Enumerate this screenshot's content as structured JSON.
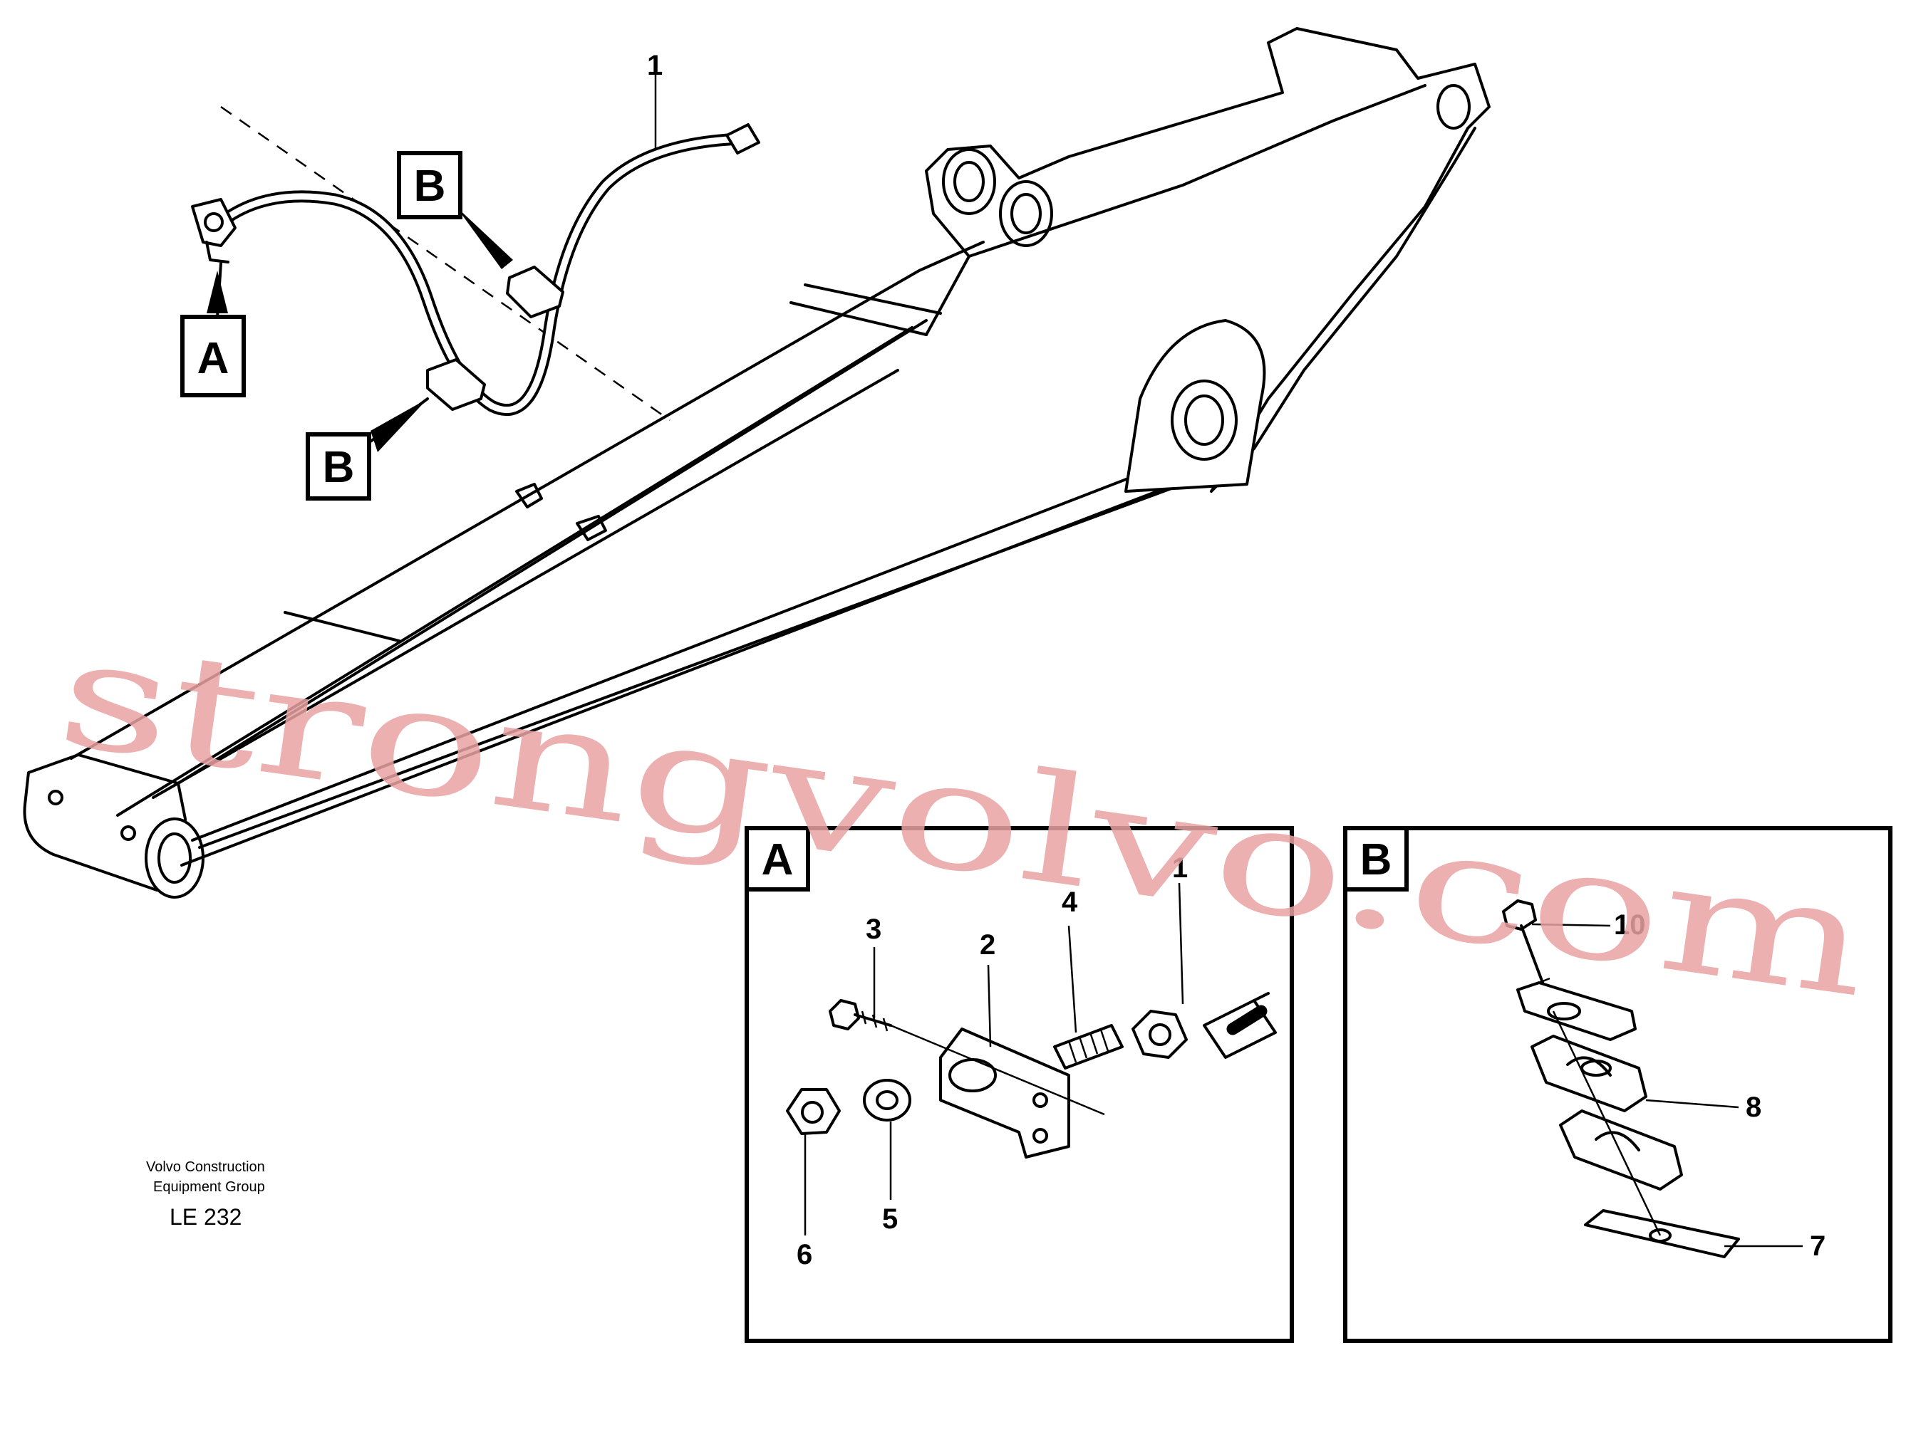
{
  "caption": {
    "company_line1": "Volvo Construction",
    "company_line2": "Equipment Group",
    "code": "LE 232"
  },
  "watermark": "strongvolvo.com",
  "main_view": {
    "label_hose": "1",
    "detail_markers": [
      "A",
      "B",
      "B"
    ]
  },
  "detail_a": {
    "title": "A",
    "parts": [
      "1",
      "2",
      "3",
      "4",
      "5",
      "6"
    ]
  },
  "detail_b": {
    "title": "B",
    "parts": [
      "10",
      "8",
      "7"
    ]
  }
}
